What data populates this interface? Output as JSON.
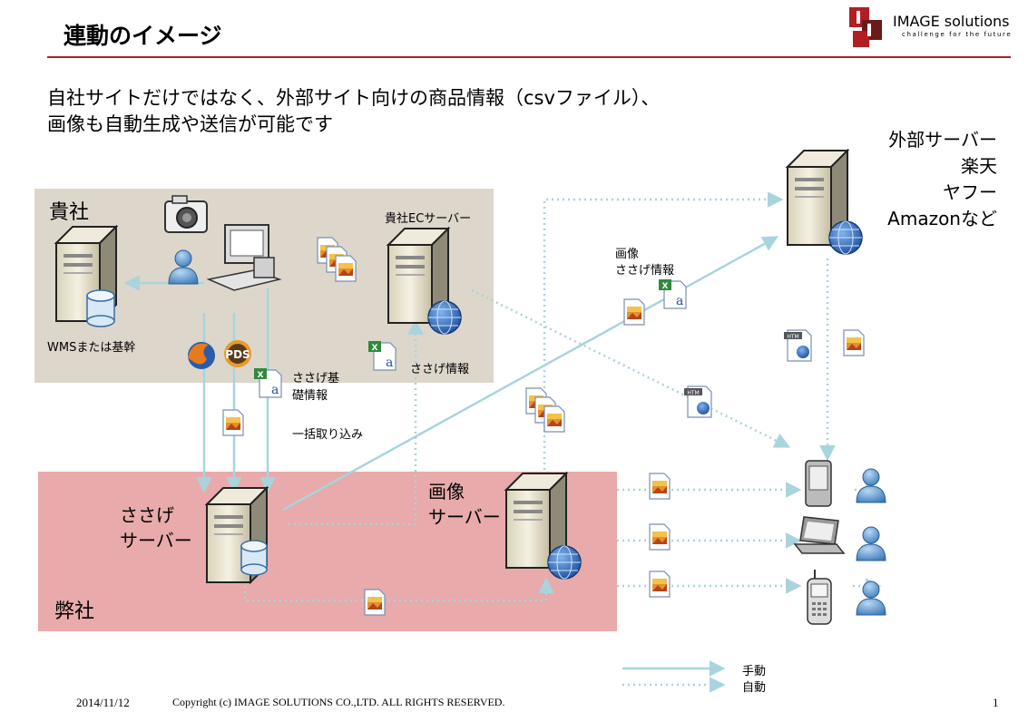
{
  "title": "連動のイメージ",
  "logo": {
    "name": "IMAGE solutions",
    "tagline": "challenge for the future"
  },
  "subtitle": {
    "line1": "自社サイトだけではなく、外部サイト向けの商品情報（csvファイル）、",
    "line2": "画像も自動生成や送信が可能です"
  },
  "client": {
    "label": "貴社",
    "wms_label": "WMSまたは基幹",
    "ec_server_label": "貴社ECサーバー",
    "sasage_info_label": "ささげ情報",
    "base_info_label1": "ささげ基",
    "base_info_label2": "礎情報"
  },
  "bulk_import_label": "一括取り込み",
  "image_info": {
    "line1": "画像",
    "line2": "ささげ情報"
  },
  "our": {
    "label": "弊社",
    "sasage_server": {
      "line1": "ささげ",
      "line2": "サーバー"
    },
    "image_server": {
      "line1": "画像",
      "line2": "サーバー"
    }
  },
  "external": {
    "line1": "外部サーバー",
    "line2": "楽天",
    "line3": "ヤフー",
    "line4": "Amazonなど"
  },
  "legend": {
    "manual": "手動",
    "auto": "自動"
  },
  "footer": {
    "date": "2014/11/12",
    "copyright": "Copyright (c) IMAGE SOLUTIONS CO.,LTD. ALL RIGHTS RESERVED.",
    "page": "1"
  },
  "colors": {
    "accent": "#b31e24",
    "client_bg": "#ddd6cb",
    "our_bg": "#e8aaaa",
    "arrow": "#a9d4dd"
  },
  "icons": [
    "server-icon",
    "database-icon",
    "globe-icon",
    "camera-icon",
    "user-icon",
    "computer-icon",
    "firefox-icon",
    "pds-icon",
    "excel-icon",
    "image-file-icon",
    "html-file-icon",
    "smartphone-icon",
    "laptop-icon",
    "mobile-phone-icon"
  ]
}
